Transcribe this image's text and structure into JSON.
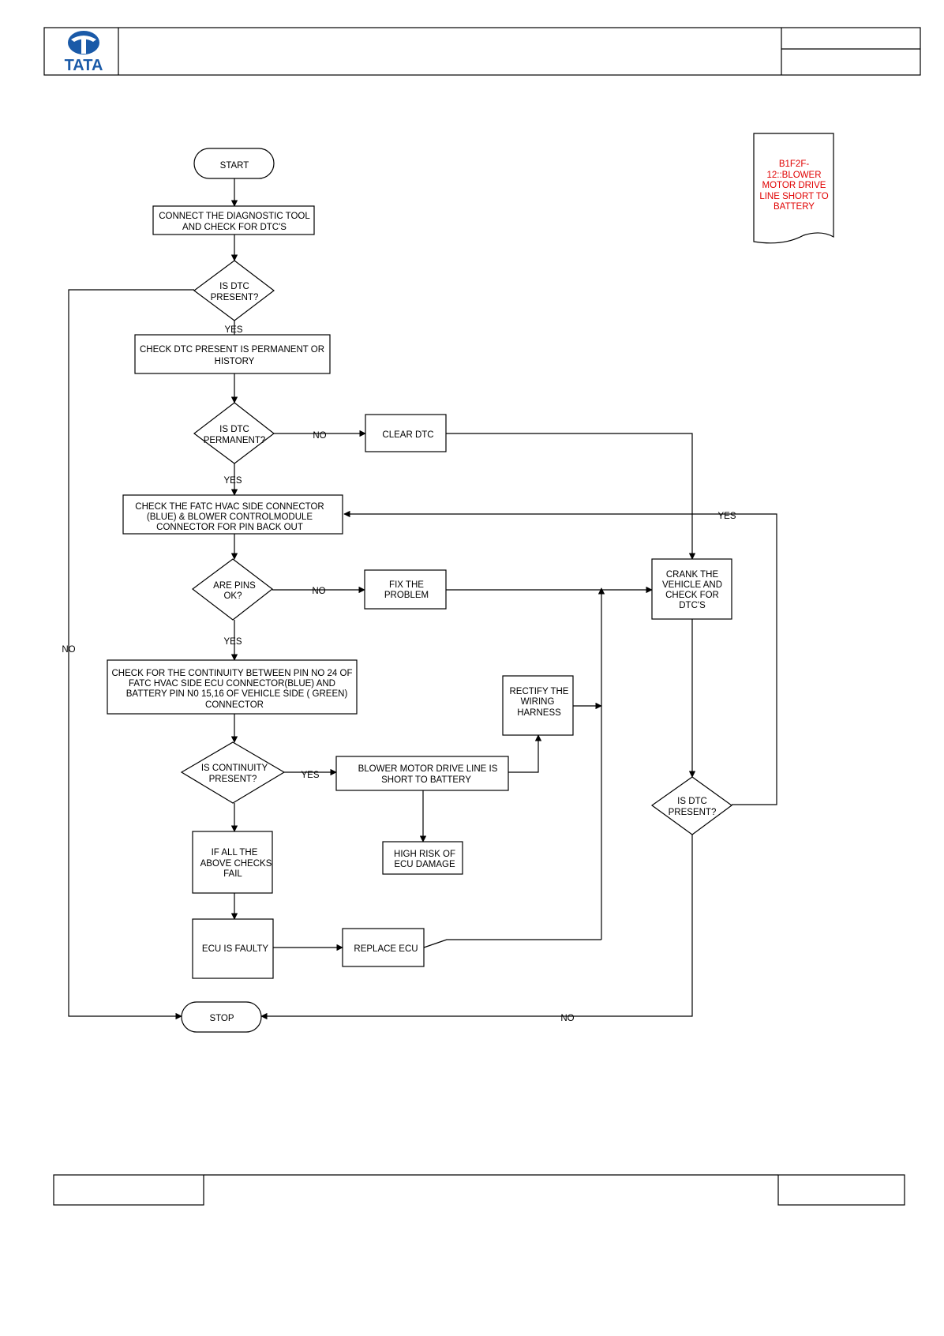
{
  "header": {
    "logo_text": "TATA"
  },
  "dtc_note": [
    "B1F2F-",
    "12::BLOWER",
    "MOTOR DRIVE",
    "LINE SHORT TO",
    "BATTERY"
  ],
  "nodes": {
    "start": [
      "START"
    ],
    "connect": [
      "CONNECT THE DIAGNOSTIC TOOL",
      "AND CHECK FOR  DTC'S"
    ],
    "dtc_present_1": [
      "IS  DTC",
      "PRESENT?"
    ],
    "check_permanent": [
      "CHECK DTC  PRESENT IS PERMANENT OR",
      "HISTORY"
    ],
    "dtc_permanent": [
      "IS  DTC",
      "PERMANENT?"
    ],
    "clear_dtc": [
      "CLEAR DTC"
    ],
    "check_connector": [
      "CHECK THE FATC HVAC SIDE CONNECTOR",
      "(BLUE) & BLOWER CONTROLMODULE",
      "CONNECTOR FOR PIN BACK OUT"
    ],
    "pins_ok": [
      "ARE PINS",
      "OK?"
    ],
    "fix_problem": [
      "FIX THE",
      "PROBLEM"
    ],
    "crank": [
      "CRANK THE",
      "VEHICLE AND",
      "CHECK FOR",
      "DTC'S"
    ],
    "check_continuity": [
      "CHECK FOR THE CONTINUITY BETWEEN PIN NO 24 OF",
      "FATC HVAC SIDE ECU CONNECTOR(BLUE) AND",
      "BATTERY   PIN N0 15,16 OF VEHICLE SIDE ( GREEN)",
      "CONNECTOR"
    ],
    "rectify": [
      "RECTIFY THE",
      "WIRING",
      "HARNESS"
    ],
    "continuity_present": [
      "IS CONTINUITY",
      "PRESENT?"
    ],
    "short_to_battery": [
      "BLOWER MOTOR DRIVE LINE IS",
      "SHORT TO BATTERY"
    ],
    "dtc_present_2": [
      "IS  DTC",
      "PRESENT?"
    ],
    "all_checks_fail": [
      "IF ALL THE",
      "ABOVE CHECKS",
      "FAIL"
    ],
    "high_risk": [
      "HIGH RISK OF",
      "ECU DAMAGE"
    ],
    "ecu_faulty": [
      "ECU IS FAULTY"
    ],
    "replace_ecu": [
      "REPLACE ECU"
    ],
    "stop": [
      "STOP"
    ]
  },
  "edge_labels": {
    "yes1": "YES",
    "no_left": "NO",
    "no_perm": "NO",
    "yes_perm": "YES",
    "yes_loop": "YES",
    "no_pins": "NO",
    "yes_pins": "YES",
    "yes_cont": "YES",
    "no_stop": "NO"
  }
}
